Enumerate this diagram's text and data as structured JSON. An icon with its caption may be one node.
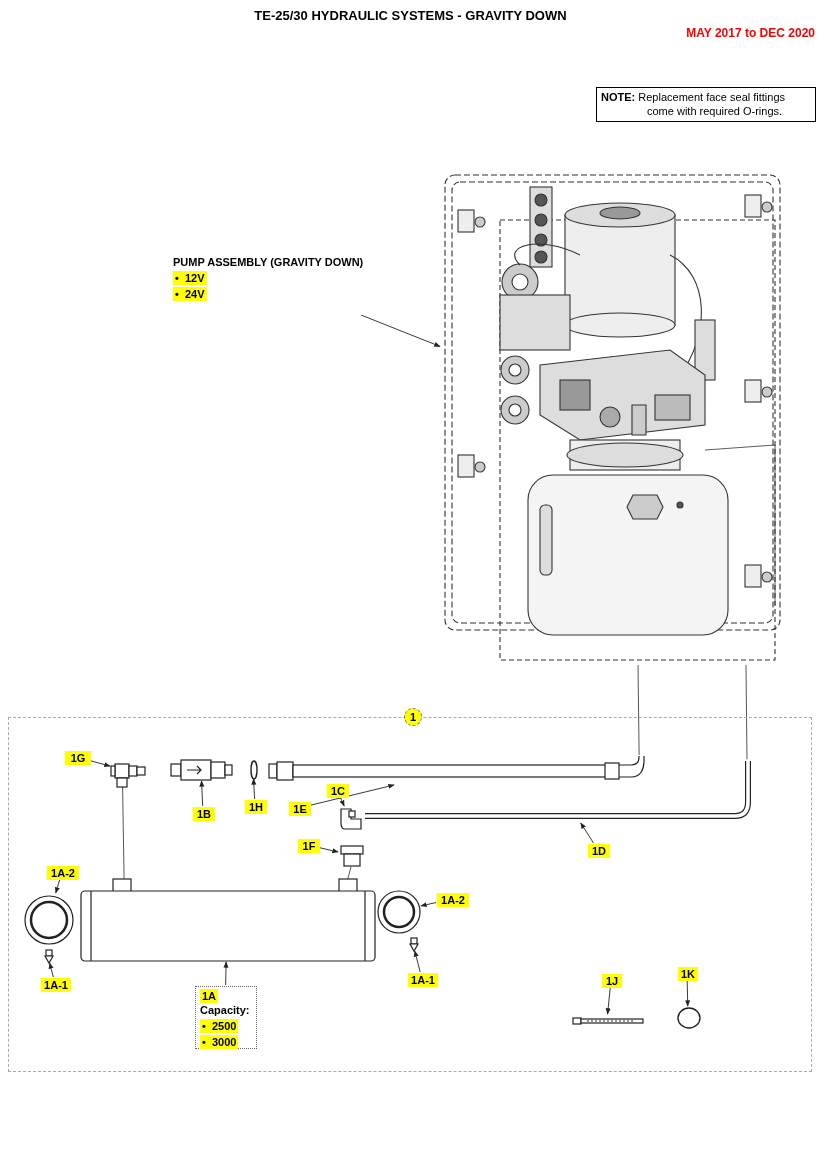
{
  "diagram": {
    "title": "TE-25/30 HYDRAULIC SYSTEMS - GRAVITY DOWN",
    "nodes": [
      {
        "text": [
          "**NOTE:** Replacement face seal fittings come with required O-rings."
        ]
      },
      {
        "text": [
          "1"
        ]
      },
      {
        "text": [
          "PUMP ASSEMBLY (GRAVITY DOWN)",
          "•  12V",
          "•  24V"
        ]
      },
      {
        "text": [],
        "shape": "picture"
      },
      {
        "text": [
          "1G"
        ],
        "in": 1
      },
      {
        "text": [],
        "shape": "picture",
        "in": 1
      },
      {
        "text": [
          "1B"
        ],
        "in": 1
      },
      {
        "text": [],
        "shape": "picture",
        "in": 1
      },
      {
        "text": [
          "1H"
        ],
        "in": 1
      },
      {
        "text": [],
        "shape": "circle",
        "in": 1
      },
      {
        "text": [
          "1E"
        ],
        "in": 1
      },
      {
        "text": [],
        "shape": "picture",
        "in": 1
      },
      {
        "text": [
          "1C"
        ],
        "in": 1
      },
      {
        "text": [],
        "shape": "picture",
        "in": 1
      },
      {
        "text": [
          "1F"
        ],
        "in": 1
      },
      {
        "text": [],
        "shape": "picture",
        "in": 1
      },
      {
        "text": [
          "1D"
        ],
        "in": 1
      },
      {
        "text": [],
        "shape": "picture",
        "in": 1
      },
      {
        "text": [
          "1A-2"
        ],
        "in": 1
      },
      {
        "text": [],
        "shape": "picture",
        "in": 1
      },
      {
        "text": [
          "1A-2"
        ],
        "in": 1
      },
      {
        "text": [],
        "shape": "picture",
        "in": 1
      },
      {
        "text": [
          "1A-1"
        ],
        "in": 1
      },
      {
        "text": [],
        "shape": "picture",
        "in": 1
      },
      {
        "text": [
          "1A-1"
        ],
        "in": 1
      },
      {
        "text": [],
        "shape": "picture",
        "in": 1
      },
      {
        "text": [
          "1A",
          "Capacity:",
          "•  2500",
          "•  3000"
        ],
        "in": 1
      },
      {
        "text": [],
        "shape": "cylinder",
        "in": 1
      },
      {
        "text": [
          "1J"
        ],
        "in": 1
      },
      {
        "text": [],
        "shape": "picture",
        "in": 1
      },
      {
        "text": [
          "1K"
        ],
        "in": 1
      },
      {
        "text": [],
        "shape": "circle",
        "in": 1
      }
    ],
    "edges": [
      {
        "from": 2,
        "to": 3,
        "arrow": "to"
      },
      {
        "from": 4,
        "to": 5,
        "arrow": "to"
      },
      {
        "from": 6,
        "to": 7,
        "arrow": "to"
      },
      {
        "from": 8,
        "to": 9,
        "arrow": "to"
      },
      {
        "from": 10,
        "to": 11,
        "arrow": "to"
      },
      {
        "from": 12,
        "to": 13,
        "arrow": "to"
      },
      {
        "from": 14,
        "to": 15,
        "arrow": "to"
      },
      {
        "from": 16,
        "to": 17,
        "arrow": "to"
      },
      {
        "from": 18,
        "to": 19,
        "arrow": "to"
      },
      {
        "from": 20,
        "to": 21,
        "arrow": "to"
      },
      {
        "from": 22,
        "to": 23,
        "arrow": "to"
      },
      {
        "from": 24,
        "to": 25,
        "arrow": "to"
      },
      {
        "from": 26,
        "to": 27,
        "arrow": "to"
      },
      {
        "from": 28,
        "to": 29,
        "arrow": "to"
      },
      {
        "from": 30,
        "to": 31,
        "arrow": "to"
      },
      {
        "from": 3,
        "to": 11,
        "arrow": "none"
      },
      {
        "from": 5,
        "to": 27,
        "arrow": "none"
      },
      {
        "from": 15,
        "to": 27,
        "arrow": "none"
      },
      {
        "from": 3,
        "to": 17,
        "arrow": "none"
      }
    ],
    "labels": [
      "MAY 2017 to DEC 2020"
    ]
  }
}
